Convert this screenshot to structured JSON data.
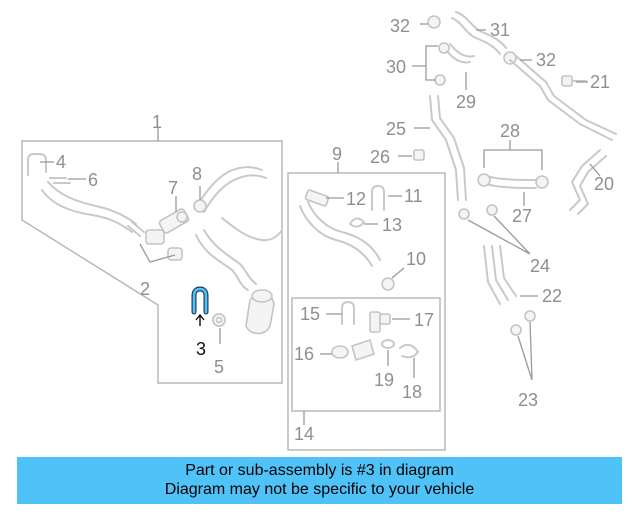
{
  "colors": {
    "highlight": "#4fc3f7",
    "banner_bg": "#4fc3f7",
    "line_gray": "#9a9a9a",
    "part_gray": "#c9c9c9"
  },
  "callouts": {
    "c1": "1",
    "c2": "2",
    "c3": "3",
    "c4": "4",
    "c5": "5",
    "c6": "6",
    "c7": "7",
    "c8": "8",
    "c9": "9",
    "c10": "10",
    "c11": "11",
    "c12": "12",
    "c13": "13",
    "c14": "14",
    "c15": "15",
    "c16": "16",
    "c17": "17",
    "c18": "18",
    "c19": "19",
    "c20": "20",
    "c21": "21",
    "c22": "22",
    "c23": "23",
    "c24": "24",
    "c25": "25",
    "c26": "26",
    "c27": "27",
    "c28": "28",
    "c29": "29",
    "c30": "30",
    "c31": "31",
    "c32a": "32",
    "c32b": "32"
  },
  "highlighted_part": "3",
  "banner": {
    "line1": "Part or sub-assembly is #3 in diagram",
    "line2": "Diagram may not be specific to your vehicle"
  }
}
